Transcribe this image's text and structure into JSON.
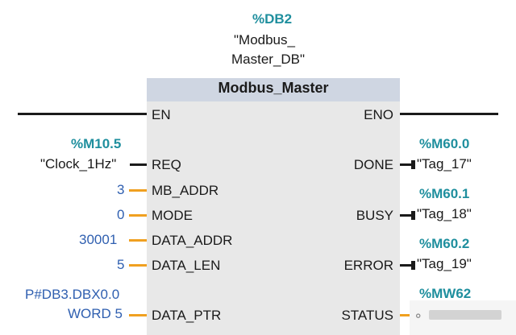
{
  "instance_db": {
    "address": "%DB2",
    "name_line1": "\"Modbus_",
    "name_line2": "Master_DB\""
  },
  "block": {
    "title": "Modbus_Master",
    "en": "EN",
    "eno": "ENO"
  },
  "inputs": {
    "req": {
      "address": "%M10.5",
      "value": "\"Clock_1Hz\"",
      "pin": "REQ"
    },
    "mb_addr": {
      "value": "3",
      "pin": "MB_ADDR"
    },
    "mode": {
      "value": "0",
      "pin": "MODE"
    },
    "data_addr": {
      "value": "30001",
      "pin": "DATA_ADDR"
    },
    "data_len": {
      "value": "5",
      "pin": "DATA_LEN"
    },
    "data_ptr": {
      "value_line1": "P#DB3.DBX0.0",
      "value_line2": "WORD 5",
      "pin": "DATA_PTR"
    }
  },
  "outputs": {
    "done": {
      "address": "%M60.0",
      "tag": "\"Tag_17\"",
      "pin": "DONE"
    },
    "busy": {
      "address": "%M60.1",
      "tag": "\"Tag_18\"",
      "pin": "BUSY"
    },
    "error": {
      "address": "%M60.2",
      "tag": "\"Tag_19\"",
      "pin": "ERROR"
    },
    "status": {
      "address": "%MW62",
      "pin": "STATUS"
    }
  },
  "colors": {
    "address": "#1f8f9e",
    "constant": "#2f5fb0",
    "block_body": "#e8e8e8",
    "block_header": "#cfd6e2",
    "wire_bool": "#1a1a1a",
    "wire_value": "#f0a020"
  }
}
